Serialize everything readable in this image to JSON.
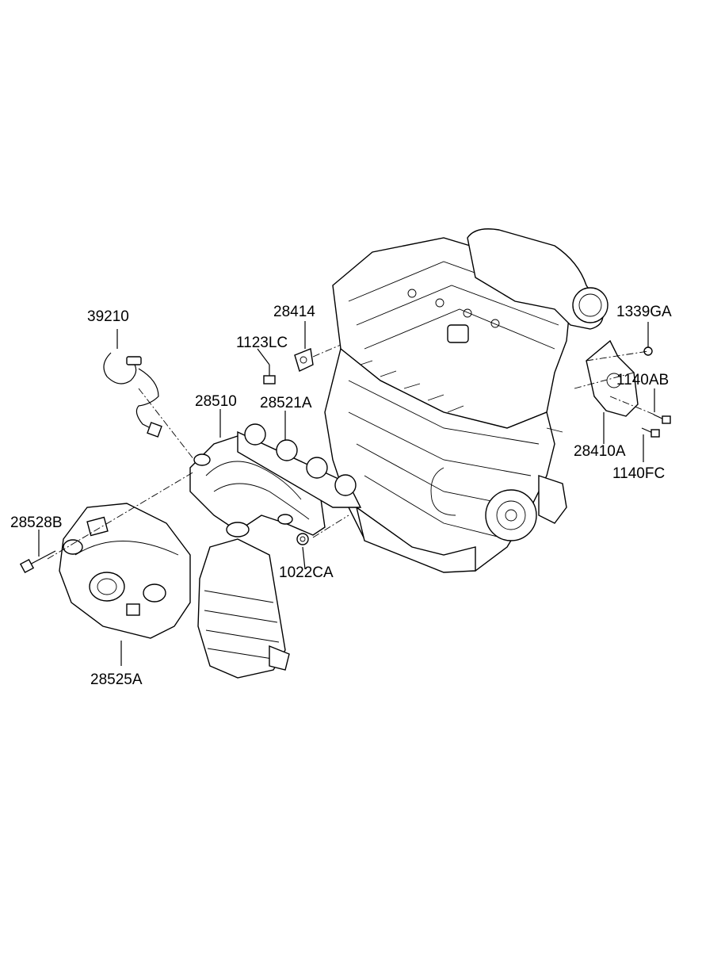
{
  "labels": {
    "p39210": "39210",
    "p28414": "28414",
    "p1123LC": "1123LC",
    "p28510": "28510",
    "p28521A": "28521A",
    "p28528B": "28528B",
    "p28525A": "28525A",
    "p1022CA": "1022CA",
    "p1339GA": "1339GA",
    "p1140AB": "1140AB",
    "p28410A": "28410A",
    "p1140FC": "1140FC"
  }
}
